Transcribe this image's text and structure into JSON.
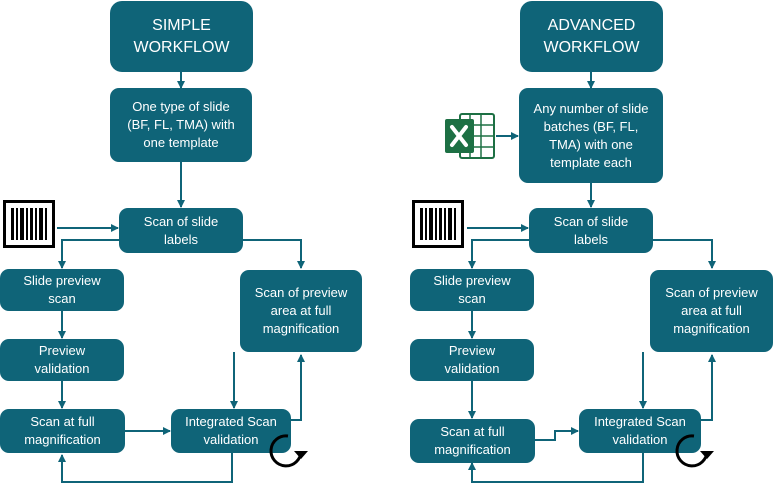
{
  "simple": {
    "title": "SIMPLE\nWORKFLOW",
    "slide_type": "One type of slide\n(BF, FL, TMA) with\none template",
    "scan_labels": "Scan of slide\nlabels",
    "preview_scan": "Slide preview\nscan",
    "preview_validation": "Preview\nvalidation",
    "scan_full": "Scan at full\nmagnification",
    "integrated": "Integrated Scan\nvalidation",
    "preview_area": "Scan of preview\narea at full\nmagnification"
  },
  "advanced": {
    "title": "ADVANCED\nWORKFLOW",
    "slide_batches": "Any number of slide\nbatches (BF, FL,\nTMA) with one\ntemplate each",
    "scan_labels": "Scan of slide\nlabels",
    "preview_scan": "Slide preview\nscan",
    "preview_validation": "Preview\nvalidation",
    "scan_full": "Scan at full\nmagnification",
    "integrated": "Integrated Scan\nvalidation",
    "preview_area": "Scan of preview\narea at full\nmagnification"
  },
  "icons": {
    "barcode": "barcode-icon",
    "spreadsheet": "excel-spreadsheet-icon",
    "refresh": "circular-arrow-icon"
  },
  "colors": {
    "node_fill": "#0f6478",
    "node_text": "#ffffff",
    "excel_green": "#1d7044"
  }
}
